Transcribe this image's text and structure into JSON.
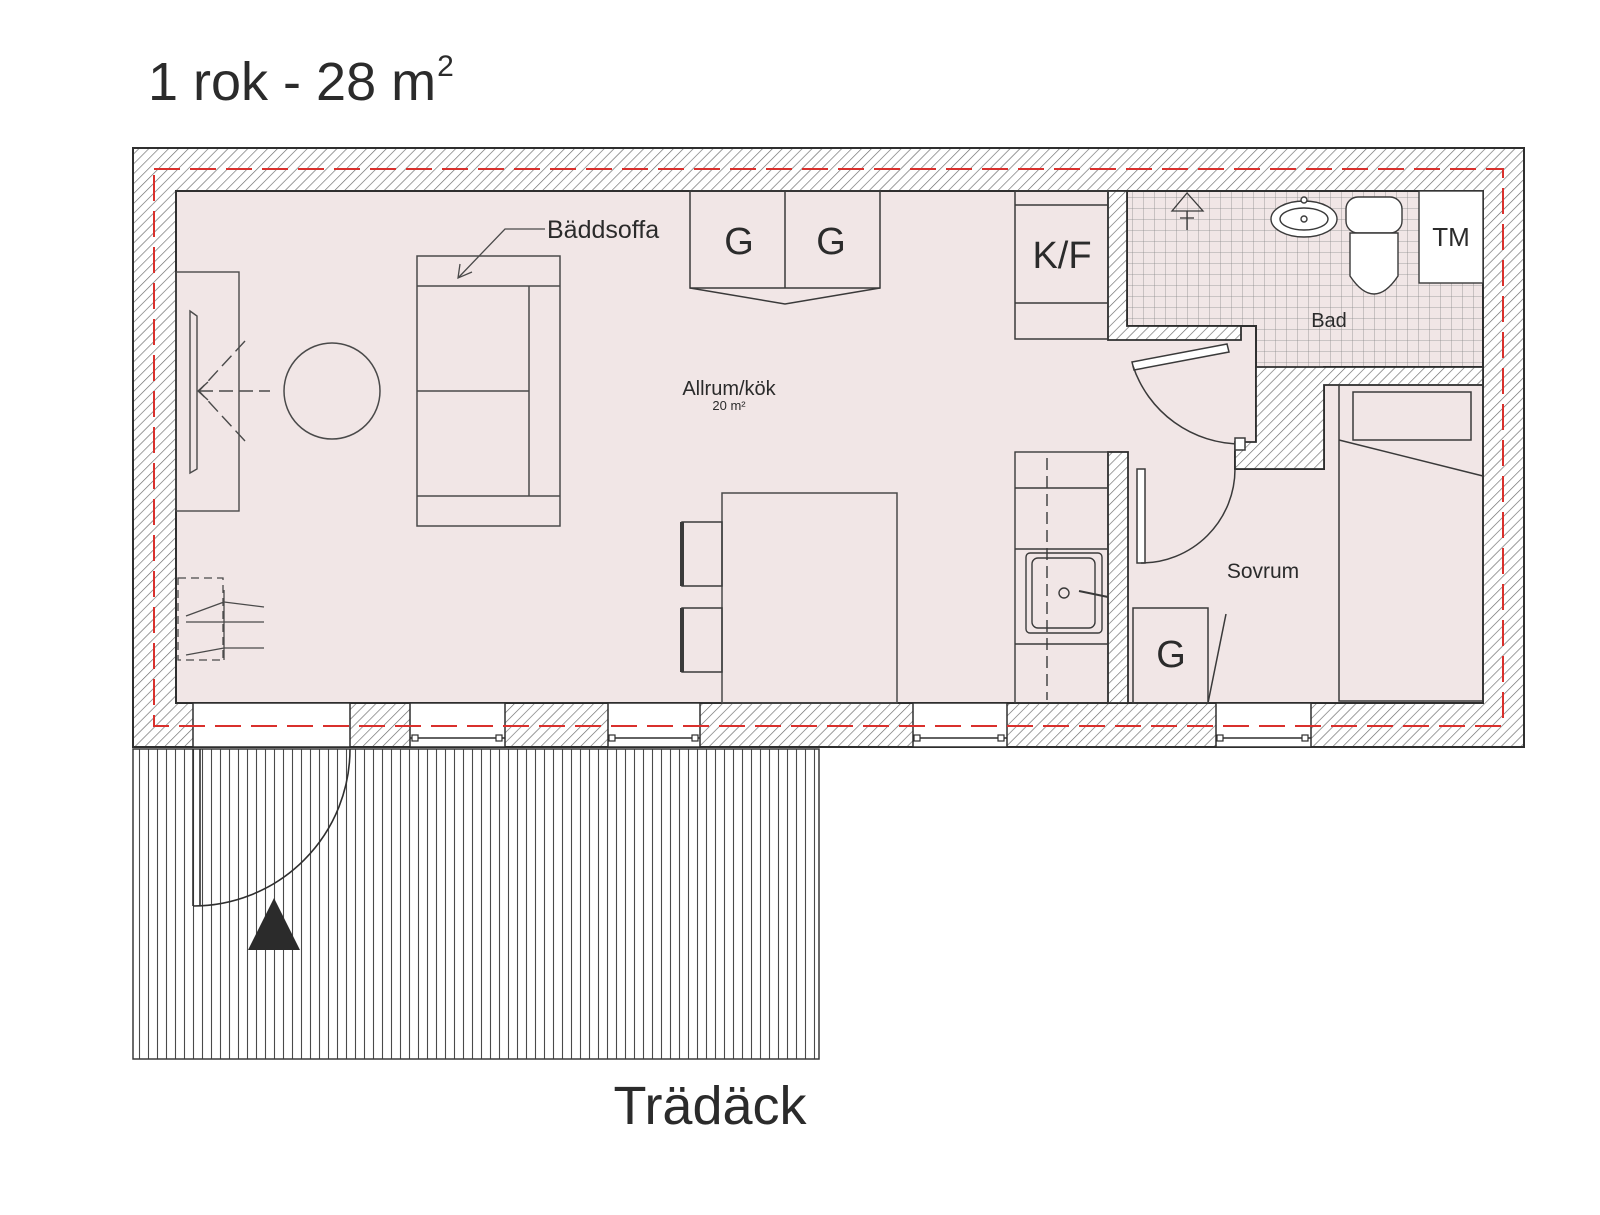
{
  "plan": {
    "title": "1 rok - 28 m",
    "title_superscript": "2",
    "rooms": {
      "living": {
        "name": "Allrum/kök",
        "area": "20 m²"
      },
      "bath": {
        "name": "Bad"
      },
      "bedroom": {
        "name": "Sovrum"
      }
    },
    "labels": {
      "sofa": "Bäddsoffa",
      "wardrobe_1": "G",
      "wardrobe_2": "G",
      "wardrobe_bedroom": "G",
      "fridge_freezer": "K/F",
      "washing_machine": "TM",
      "deck": "Trädäck"
    }
  }
}
